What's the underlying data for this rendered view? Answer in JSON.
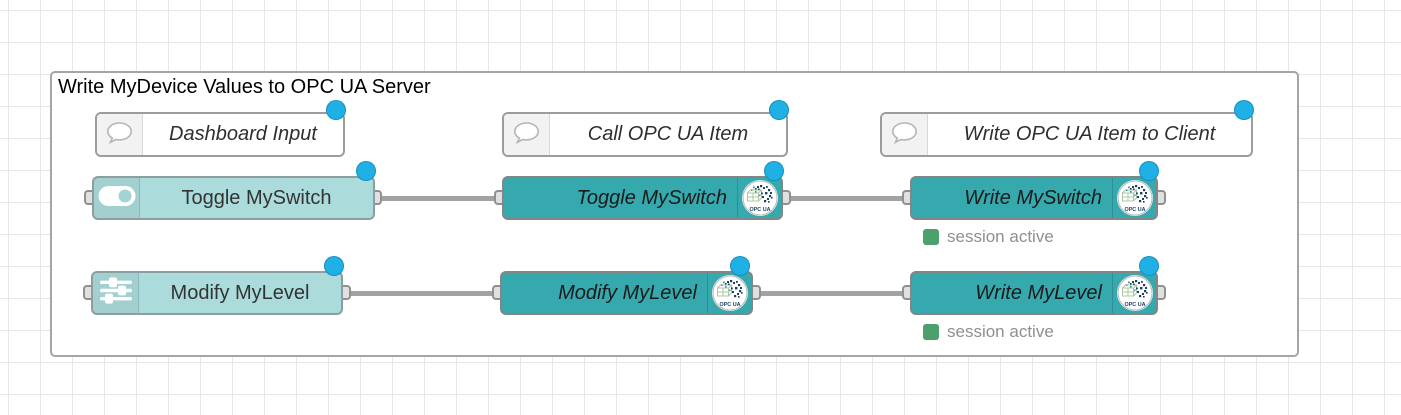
{
  "group": {
    "title": "Write MyDevice Values to OPC UA Server"
  },
  "comments": [
    {
      "label": "Dashboard Input",
      "icon": "speech-bubble-icon"
    },
    {
      "label": "Call OPC UA Item",
      "icon": "speech-bubble-icon"
    },
    {
      "label": "Write OPC UA Item to Client",
      "icon": "speech-bubble-icon"
    }
  ],
  "nodes": {
    "dashboard_toggle": {
      "label": "Toggle MySwitch",
      "icon": "toggle-icon"
    },
    "dashboard_slider": {
      "label": "Modify MyLevel",
      "icon": "sliders-icon"
    },
    "opcua_item_toggle": {
      "label": "Toggle MySwitch",
      "icon": "opcua-logo-icon"
    },
    "opcua_item_slider": {
      "label": "Modify MyLevel",
      "icon": "opcua-logo-icon"
    },
    "opcua_write_switch": {
      "label": "Write MySwitch",
      "icon": "opcua-logo-icon",
      "status": "session active"
    },
    "opcua_write_level": {
      "label": "Write MyLevel",
      "icon": "opcua-logo-icon",
      "status": "session active"
    }
  },
  "icons": {
    "opcua_badge_label": "OPC UA"
  },
  "colors": {
    "dashboard_node": "#abdbdb",
    "opcua_node": "#35a9ad",
    "status_green": "#4ca06e",
    "changed_dot_blue": "#1fb0e6",
    "wire_gray": "#a2a2a2"
  }
}
